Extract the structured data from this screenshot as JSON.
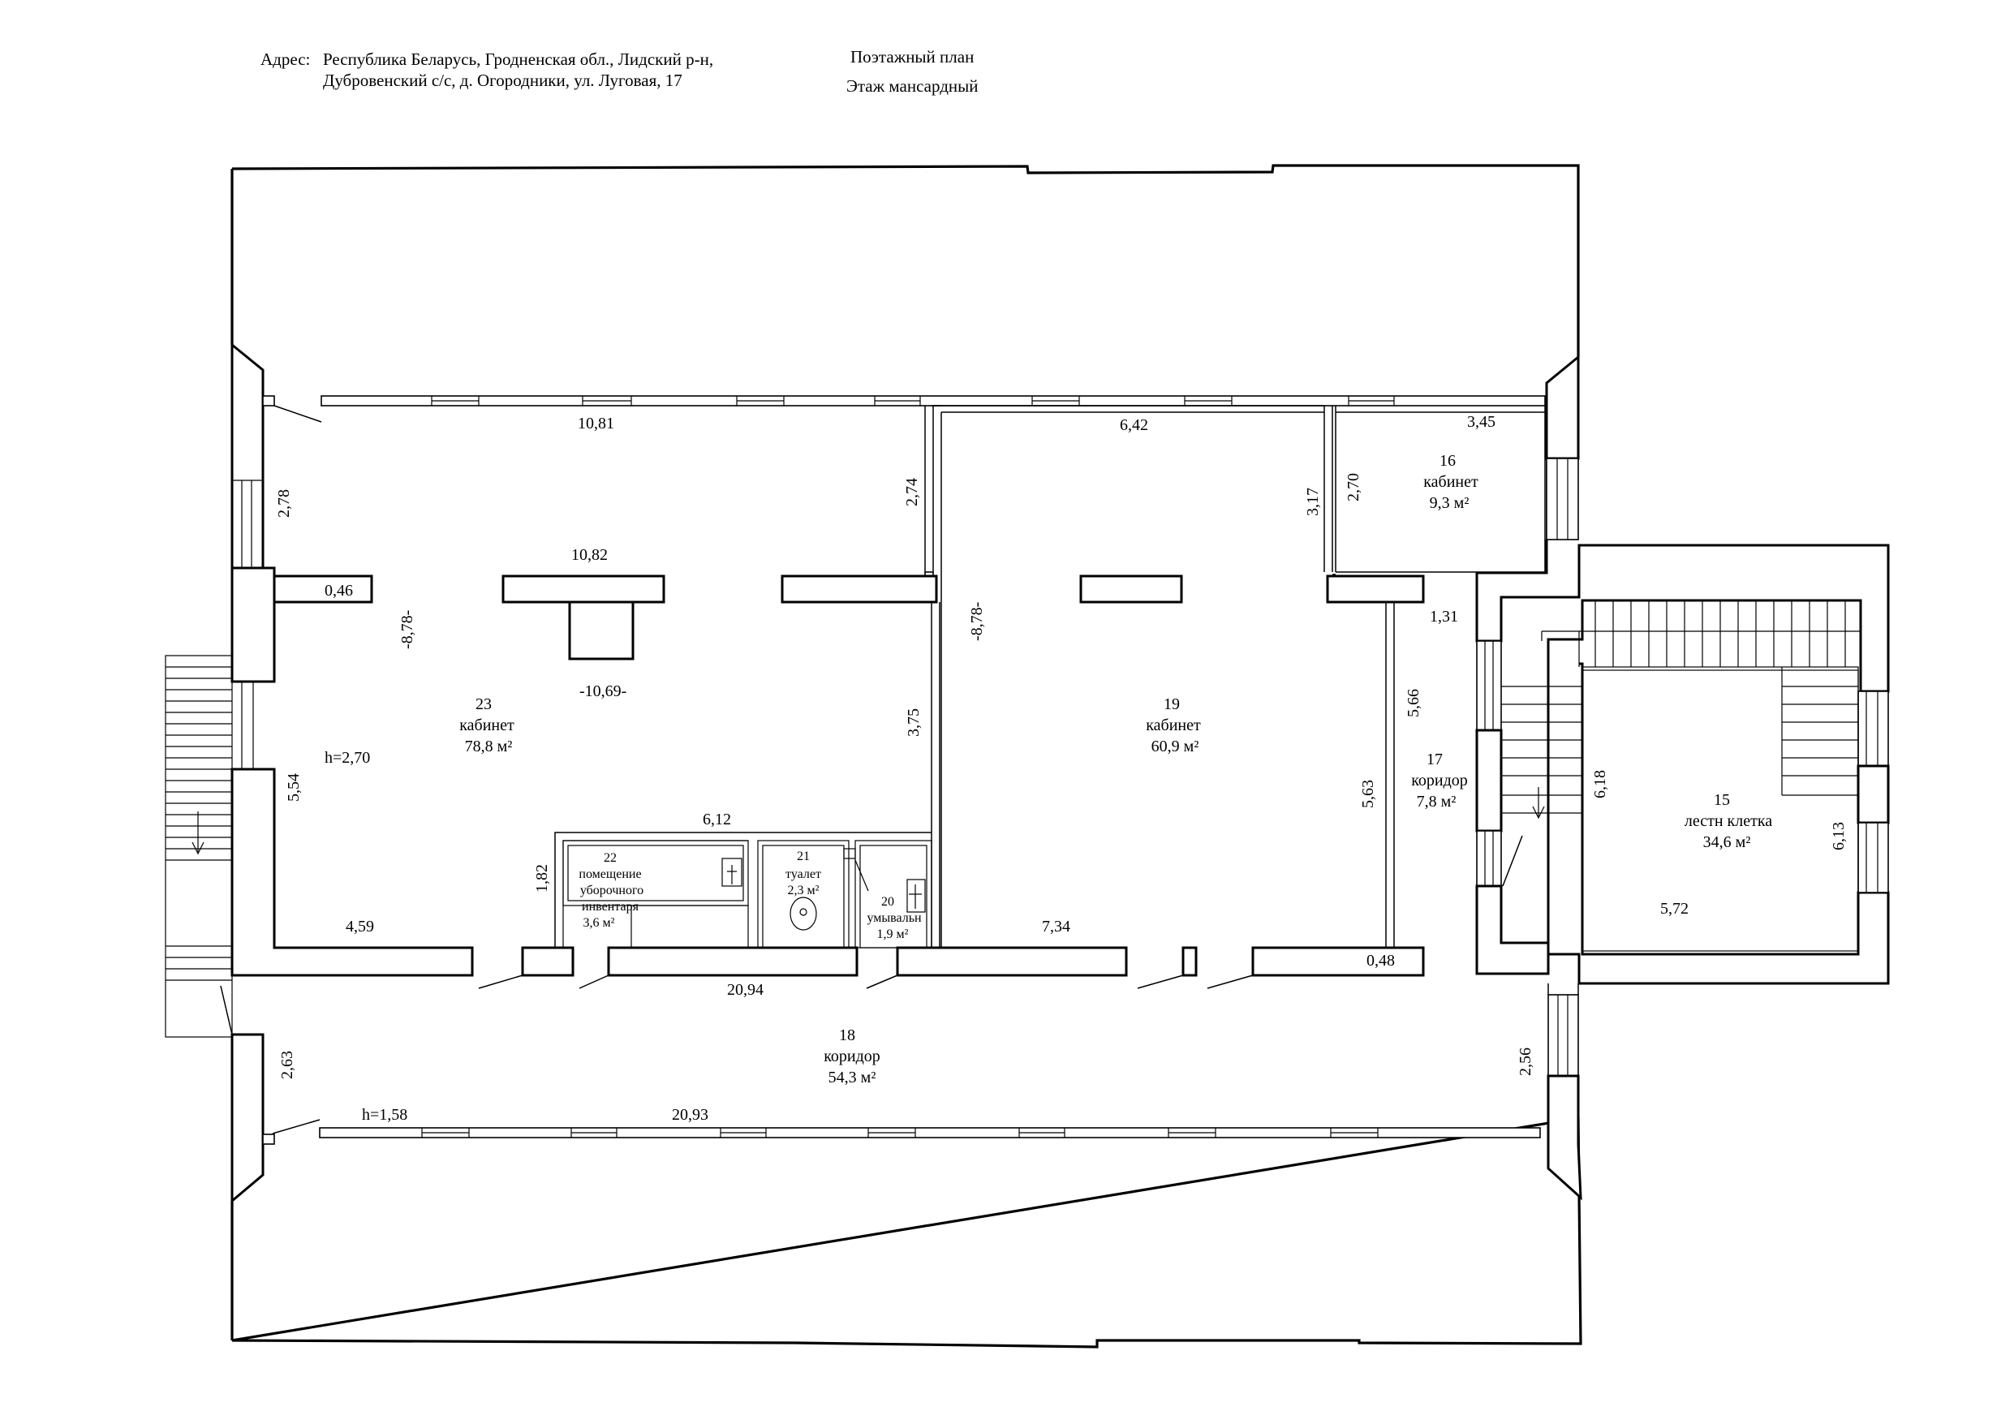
{
  "header": {
    "address_label": "Адрес:",
    "address_line1": "Республика Беларусь, Гродненская  обл., Лидский р-н,",
    "address_line2": "Дубровенский с/с, д. Огородники, ул. Луговая, 17",
    "plan_title": "Поэтажный план",
    "floor": "Этаж мансардный"
  },
  "rooms": {
    "r15": {
      "number": "15",
      "name": "лестн клетка",
      "area": "34,6 м²"
    },
    "r16": {
      "number": "16",
      "name": "кабинет",
      "area": "9,3 м²"
    },
    "r17": {
      "number": "17",
      "name": "коридор",
      "area": "7,8 м²"
    },
    "r18": {
      "number": "18",
      "name": "коридор",
      "area": "54,3 м²"
    },
    "r19": {
      "number": "19",
      "name": "кабинет",
      "area": "60,9 м²"
    },
    "r20": {
      "number": "20",
      "name": "умывальн",
      "area": "1,9 м²"
    },
    "r21": {
      "number": "21",
      "name": "туалет",
      "area": "2,3 м²"
    },
    "r22": {
      "number": "22",
      "name_line1": "помещение",
      "name_line2": "уборочного",
      "name_line3": "инвентаря",
      "area": "3,6 м²"
    },
    "r23": {
      "number": "23",
      "name": "кабинет",
      "area": "78,8 м²"
    }
  },
  "dims": {
    "d1": "10,81",
    "d2": "6,42",
    "d3": "3,45",
    "d4": "2,78",
    "d5": "2,74",
    "d6": "3,17",
    "d7": "2,70",
    "d8": "10,82",
    "d9": "0,46",
    "d10": "-8,78-",
    "d11": "-8,78-",
    "d12": "1,31",
    "d13": "-10,69-",
    "d14": "5,66",
    "d15": "h=2,70",
    "d16": "3,75",
    "d17": "5,54",
    "d18": "6,12",
    "d19": "5,63",
    "d20": "6,18",
    "d21": "6,13",
    "d22": "1,82",
    "d23": "5,72",
    "d24": "4,59",
    "d25": "7,34",
    "d26": "0,48",
    "d27": "20,94",
    "d28": "2,63",
    "d29": "2,56",
    "d30": "h=1,58",
    "d31": "20,93"
  }
}
